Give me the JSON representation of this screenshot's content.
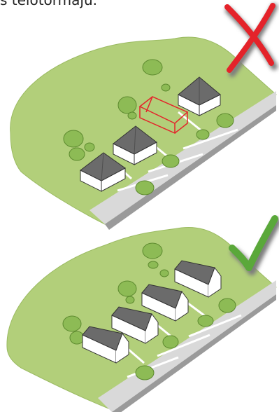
{
  "caption": "s telotormaju.",
  "colors": {
    "land": "#b2cf7a",
    "land_edge": "#9bbb62",
    "road": "#9a9a9a",
    "road_light": "#d9d9d9",
    "roof": "#6b6b6b",
    "roof_dark": "#4f4f4f",
    "wall": "#ffffff",
    "tree": "#8dbb55",
    "tree_dark": "#5d8a2f",
    "highlight": "#e4232a",
    "check": "#5aa83a"
  },
  "panels": [
    {
      "id": "wrong",
      "marker": "cross-mark-icon"
    },
    {
      "id": "right",
      "marker": "check-mark-icon"
    }
  ]
}
